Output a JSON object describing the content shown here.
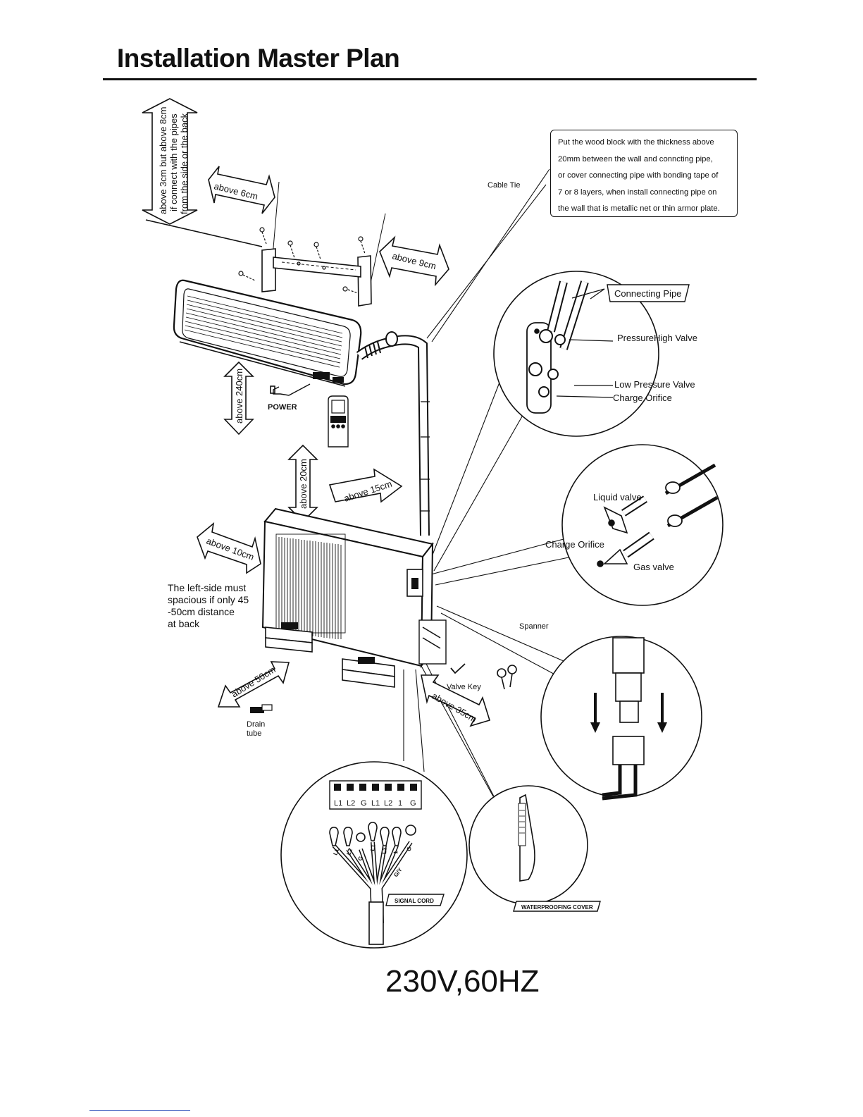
{
  "title": "Installation Master Plan",
  "note_box": {
    "lines": [
      "Put the wood block with the thickness above",
      "20mm between the wall and conncting pipe,",
      "or cover connecting pipe with bonding tape of",
      "7 or 8 layers, when install connecting pipe on",
      "the wall that is metallic net or thin armor plate."
    ]
  },
  "clearances": {
    "top_lines": [
      "above 3cm but above 8cm",
      "if connect with the pipes",
      "from the side or the back"
    ],
    "above_6cm": "above 6cm",
    "above_9cm": "above 9cm",
    "above_240cm": "above 240cm",
    "above_20cm": "above 20cm",
    "above_15cm": "above 15cm",
    "above_10cm": "above 10cm",
    "above_50cm": "above 50cm",
    "above_35cm": "above 35cm"
  },
  "labels": {
    "cable_tie": "Cable Tie",
    "power": "POWER",
    "connecting_pipe": "Connecting  Pipe",
    "high_pressure_valve": "PressureHigh Valve",
    "low_pressure_valve": "Low Pressure Valve",
    "charge_orifice_top": "Charge Orifice",
    "liquid_valve": "Liquid valve",
    "charge_orifice": "Charge Orifice",
    "gas_valve": "Gas valve",
    "spanner": "Spanner",
    "valve_key": "Valve Key",
    "drain_tube_1": "Drain",
    "drain_tube_2": "tube",
    "signal_cord": "SIGNAL CORD",
    "waterproofing_cover": "WATERPROOFING COVER",
    "gy": "G/Y"
  },
  "left_note": [
    "The left-side must",
    "spacious if only 45",
    "-50cm distance",
    "at back"
  ],
  "terminals": [
    "L1",
    "L2",
    "G",
    "L1",
    "L2",
    "1",
    "G"
  ],
  "wire_tags": [
    "L1",
    "L2",
    "G",
    "L1",
    "L2",
    "1",
    "G"
  ],
  "voltage": "230V,60HZ"
}
